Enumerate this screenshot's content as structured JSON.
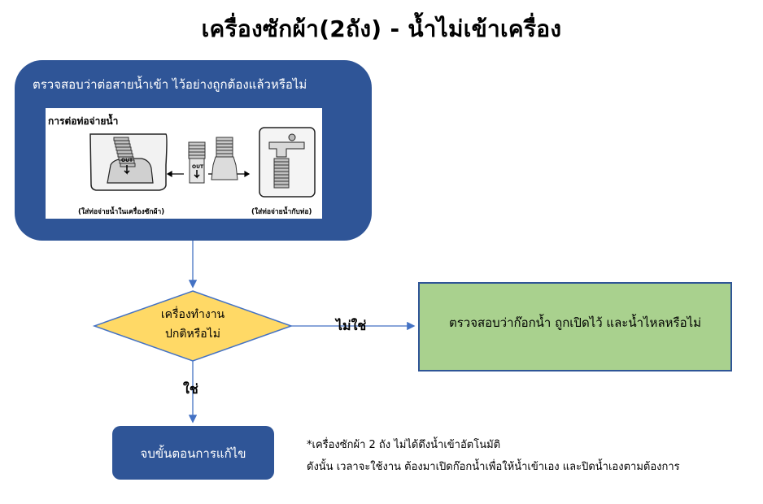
{
  "title": "เครื่องซักผ้า(2ถัง) - น้ำไม่เข้าเครื่อง",
  "step1": {
    "text": "ตรวจสอบว่าต่อสายน้ำเข้า ไว้อย่างถูกต้องแล้วหรือไม่",
    "image": {
      "title": "การต่อท่อจ่ายน้ำ",
      "out_label": "OUT",
      "caption_left": "(ใส่ท่อจ่ายน้ำในเครื่องซักผ้า)",
      "caption_right": "(ใส่ท่อจ่ายน้ำกับท่อ)"
    }
  },
  "decision": {
    "line1": "เครื่องทำงาน",
    "line2": "ปกติหรือไม่",
    "no_label": "ไม่ใช่",
    "yes_label": "ใช่"
  },
  "no_action": {
    "text": "ตรวจสอบว่าก๊อกน้ำ ถูกเปิดไว้ และน้ำไหลหรือไม่"
  },
  "yes_action": {
    "text": "จบขั้นตอนการแก้ไข"
  },
  "note": {
    "line1": "*เครื่องซักผ้า 2 ถัง ไม่ได้ดึงน้ำเข้าอัตโนมัติ",
    "line2": "ดังนั้น เวลาจะใช้งาน ต้องมาเปิดก๊อกน้ำเพื่อให้น้ำเข้าเอง และปิดน้ำเองตามต้องการ"
  },
  "colors": {
    "blue_box": "#2f5597",
    "diamond": "#ffd966",
    "green_box": "#a9d18e",
    "arrow": "#4472c4"
  }
}
